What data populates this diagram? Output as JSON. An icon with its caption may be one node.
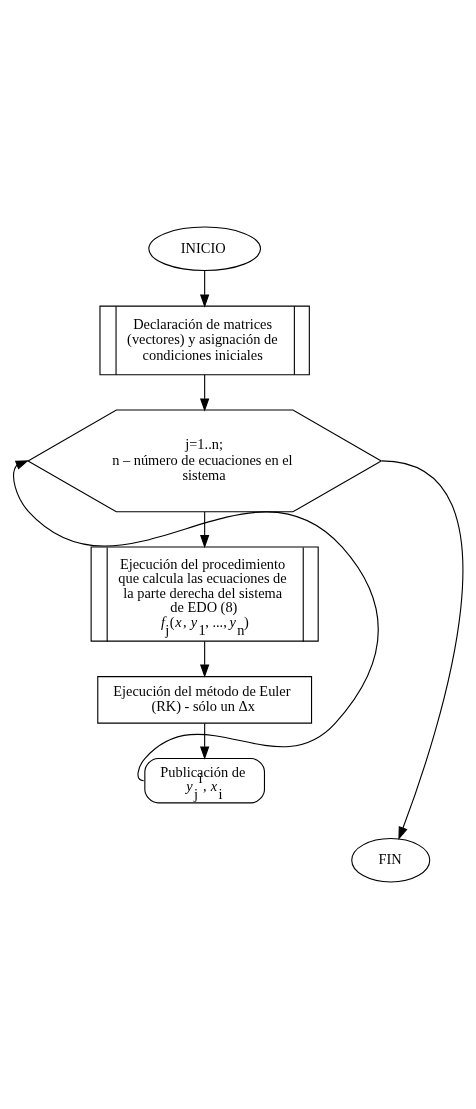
{
  "diagram": {
    "nodes": [
      {
        "text": [
          "INICIO"
        ]
      },
      {
        "text": [
          "Declaración de matrices (vectores) y asignación de condiciones iniciales"
        ]
      },
      {
        "text": [
          "j=1..n;",
          "n – número de ecuaciones en el sistema"
        ]
      },
      {
        "text": [
          "Ejecución del procedimiento que calcula las ecuaciones de la parte derecha del sistema de EDO (8)",
          "*f*$_{j}$(*x*, *y*$_{1}$, ..., *y*$_{n}$)"
        ]
      },
      {
        "text": [
          "Ejecución del método de Euler (RK) - sólo un Δx"
        ]
      },
      {
        "text": [
          "Publicación de",
          "*y*$_{j}$$^{i}$, *x*$_{i}$"
        ]
      },
      {
        "text": [
          "FIN"
        ]
      }
    ],
    "edges": [
      {
        "from": 0,
        "to": 1,
        "arrow": "to"
      },
      {
        "from": 1,
        "to": 2,
        "arrow": "to"
      },
      {
        "from": 2,
        "to": 3,
        "arrow": "to"
      },
      {
        "from": 3,
        "to": 4,
        "arrow": "to"
      },
      {
        "from": 4,
        "to": 5,
        "arrow": "to"
      },
      {
        "from": 5,
        "to": 2,
        "arrow": "to"
      },
      {
        "from": 2,
        "to": 6,
        "arrow": "to"
      }
    ]
  }
}
